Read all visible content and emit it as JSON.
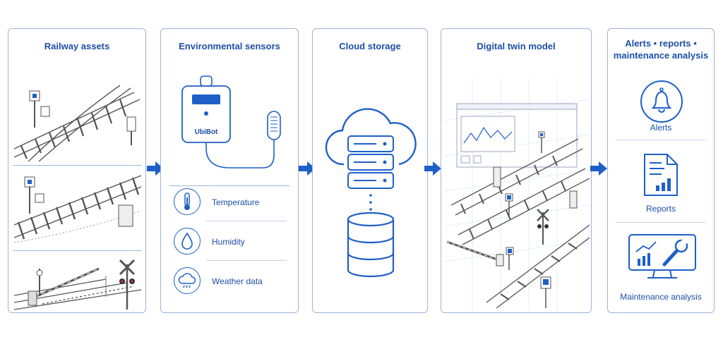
{
  "panels": {
    "railway": {
      "title": "Railway assets"
    },
    "sensors": {
      "title": "Environmental sensors",
      "device_brand": "UbiBot",
      "items": [
        {
          "label": "Temperature",
          "icon": "thermometer-icon"
        },
        {
          "label": "Humidity",
          "icon": "droplet-icon"
        },
        {
          "label": "Weather data",
          "icon": "rain-cloud-icon"
        }
      ]
    },
    "cloud": {
      "title": "Cloud storage"
    },
    "twin": {
      "title": "Digital twin model"
    },
    "outputs": {
      "title_line1": "Alerts • reports •",
      "title_line2": "maintenance analysis",
      "items": [
        {
          "label": "Alerts",
          "icon": "bell-icon"
        },
        {
          "label": "Reports",
          "icon": "report-document-icon"
        },
        {
          "label": "Maintenance analysis",
          "icon": "monitor-wrench-icon"
        }
      ]
    }
  },
  "colors": {
    "accent": "#1e5fc8",
    "border": "#9db5dc",
    "text": "#1e4fa8",
    "sketch": "#555555"
  }
}
